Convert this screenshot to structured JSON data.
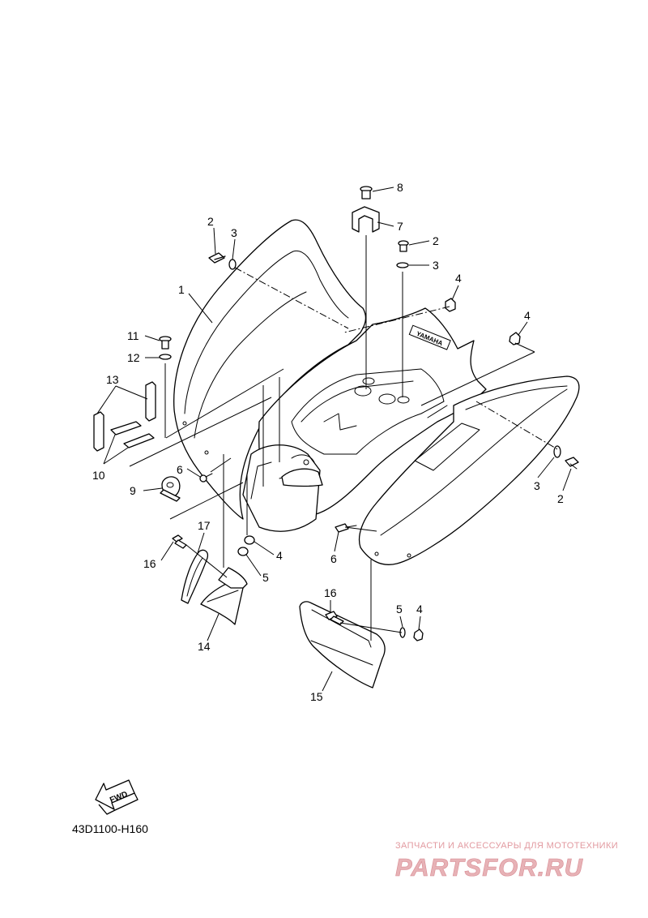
{
  "diagram": {
    "callouts": {
      "c1": "1",
      "c2a": "2",
      "c3a": "3",
      "c8": "8",
      "c7": "7",
      "c2b": "2",
      "c3b": "3",
      "c4a": "4",
      "c4b": "4",
      "c11": "11",
      "c12": "12",
      "c13": "13",
      "c10": "10",
      "c6a": "6",
      "c9": "9",
      "c17": "17",
      "c16a": "16",
      "c4c": "4",
      "c5a": "5",
      "c14": "14",
      "c6b": "6",
      "c3c": "3",
      "c2c": "2",
      "c16b": "16",
      "c5b": "5",
      "c4d": "4",
      "c15": "15"
    },
    "fwd_label": "FWD",
    "diagram_code": "43D1100-H160",
    "fender_emblem": "YAMAHA"
  },
  "watermark": {
    "caption": "ЗАПЧАСТИ И АКСЕССУАРЫ ДЛЯ МОТОТЕХНИКИ",
    "logo": "PARTSFOR.RU"
  }
}
